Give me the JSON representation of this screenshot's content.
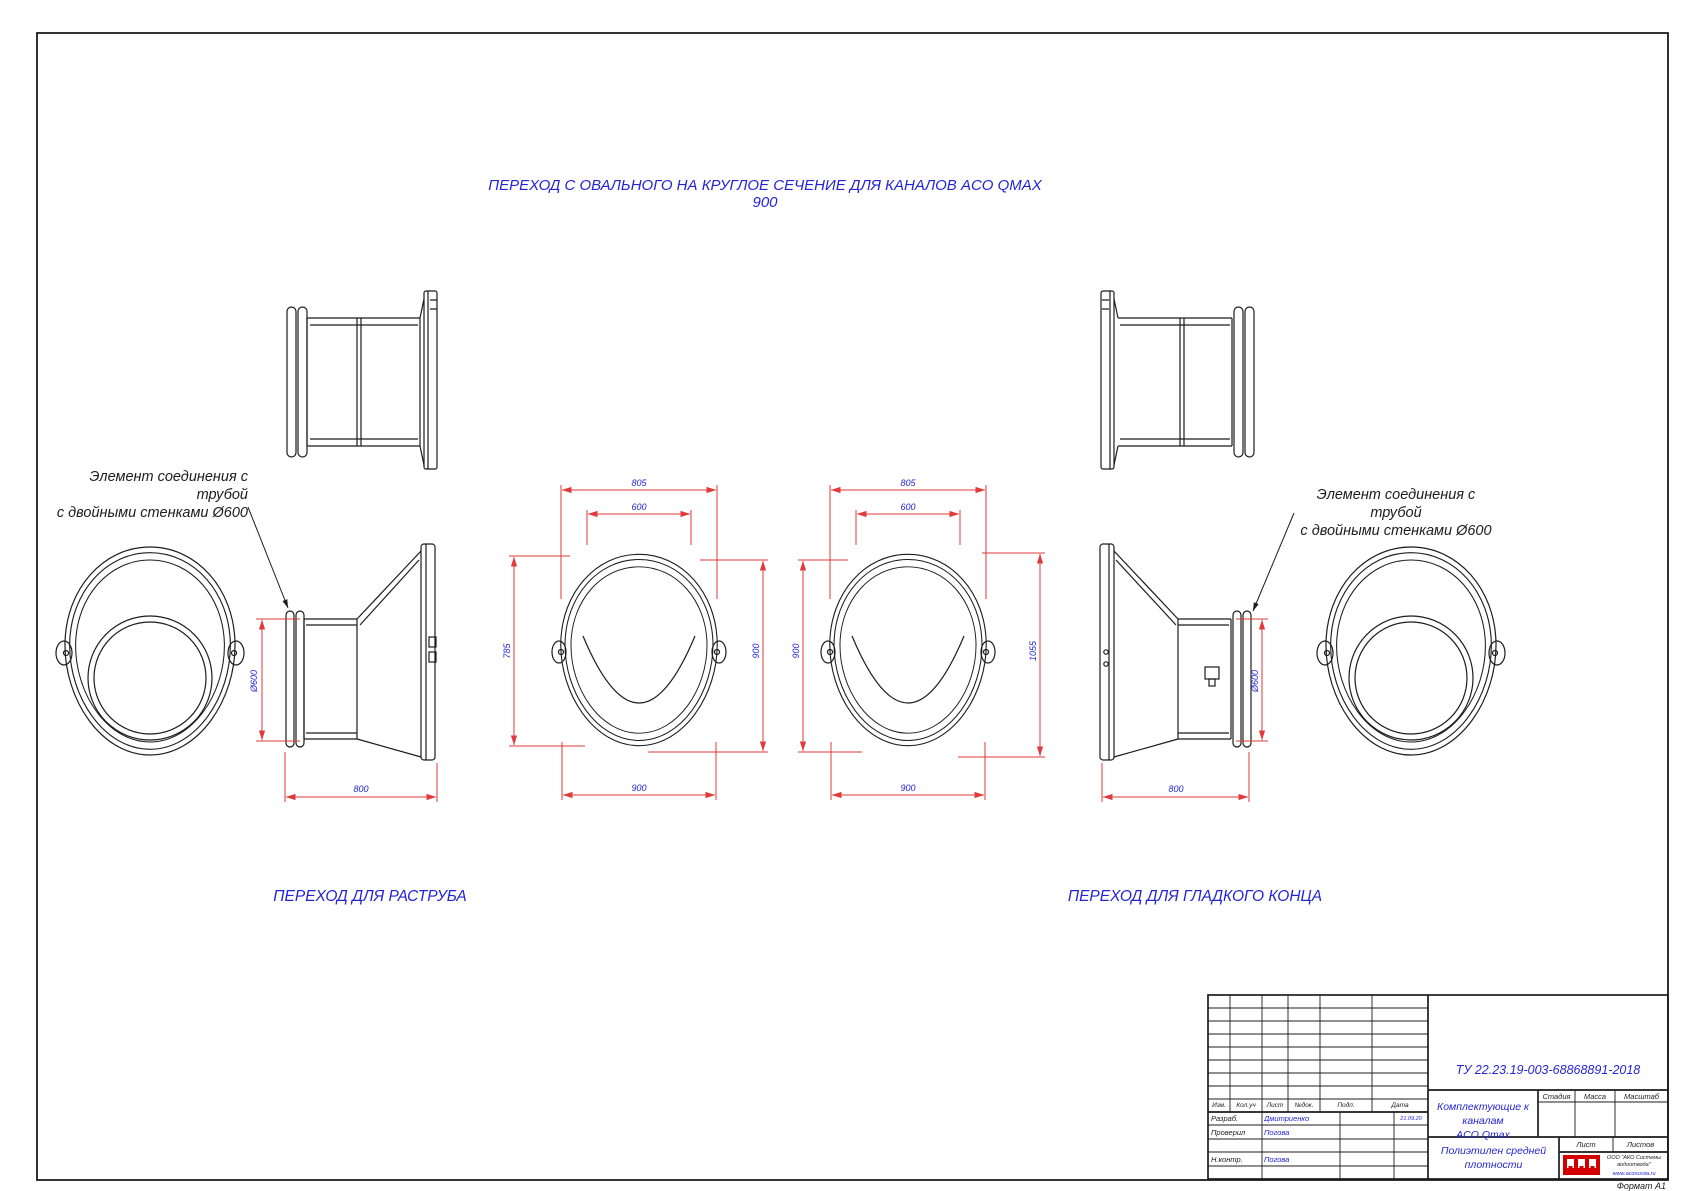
{
  "title": "ПЕРЕХОД С ОВАЛЬНОГО НА КРУГЛОЕ СЕЧЕНИЕ ДЛЯ КАНАЛОВ ACO QMAX 900",
  "captions": {
    "left": "ПЕРЕХОД ДЛЯ РАСТРУБА",
    "right": "ПЕРЕХОД ДЛЯ ГЛАДКОГО КОНЦА"
  },
  "annotations": {
    "left": {
      "line1": "Элемент соединения с трубой",
      "line2": "с двойными стенками Ø600"
    },
    "right": {
      "line1": "Элемент соединения с трубой",
      "line2": "с двойными стенками Ø600"
    }
  },
  "dims": {
    "socket_side": {
      "dia": "Ø600",
      "len": "800"
    },
    "spigot_side": {
      "dia": "Ø600",
      "len": "800"
    },
    "oval1": {
      "w_outer": "805",
      "w_inner": "600",
      "h_left": "785",
      "h_right": "900",
      "w_bottom": "900"
    },
    "oval2": {
      "w_outer": "805",
      "w_inner": "600",
      "h_left": "900",
      "h_right": "1055",
      "w_bottom": "900"
    }
  },
  "title_block": {
    "tu": "ТУ 22.23.19-003-68868891-2018",
    "doc_title_line1": "Комплектующие к каналам",
    "doc_title_line2": "ACO Qmax",
    "material_line1": "Полиэтилен средней",
    "material_line2": "плотности",
    "stage_label": "Стадия",
    "mass_label": "Масса",
    "scale_label": "Масштаб",
    "sheet_label": "Лист",
    "sheets_label": "Листов",
    "rev_headers": [
      "Изм.",
      "Кол.уч",
      "Лист",
      "№док.",
      "Подп.",
      "Дата"
    ],
    "rows": [
      {
        "role": "Разраб.",
        "name": "Дмитриенко",
        "date": "21.09.20"
      },
      {
        "role": "Проверил",
        "name": "Погова",
        "date": ""
      },
      {
        "role": "",
        "name": "",
        "date": ""
      },
      {
        "role": "Н.контр.",
        "name": "Погова",
        "date": ""
      },
      {
        "role": "",
        "name": "",
        "date": ""
      }
    ],
    "company_line1": "ООО \"АКО Системы",
    "company_line2": "водоотвода\"",
    "company_site": "www.acorussia.ru"
  },
  "format_label": "Формат А1",
  "colors": {
    "accent_blue": "#2424d6",
    "dimension_red": "#e03a3a",
    "line_black": "#1c1c1c",
    "logo_red": "#d40000"
  }
}
